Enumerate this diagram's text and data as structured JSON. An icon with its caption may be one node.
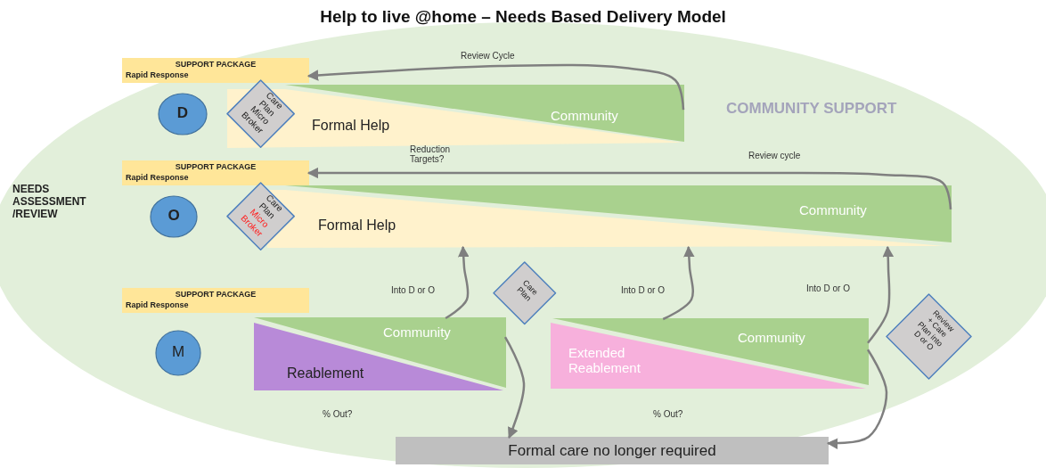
{
  "diagram": {
    "title": "Help to live @home – Needs Based Delivery Model",
    "nodes": [
      {
        "text": [
          "SUPPORT PACKAGE",
          "Rapid Response"
        ]
      },
      {
        "text": [
          "D"
        ]
      },
      {
        "text": [
          "Care Plan Micro Broker"
        ]
      },
      {
        "text": [
          "Formal Help"
        ]
      },
      {
        "text": [
          "Community"
        ]
      },
      {
        "text": [
          "SUPPORT PACKAGE",
          "Rapid Response"
        ]
      },
      {
        "text": [
          "O"
        ]
      },
      {
        "text": [
          "Care Plan",
          "Micro Broker"
        ]
      },
      {
        "text": [
          "Formal Help"
        ]
      },
      {
        "text": [
          "Community"
        ]
      },
      {
        "text": [
          "SUPPORT PACKAGE",
          "Rapid Response"
        ]
      },
      {
        "text": [
          "M"
        ]
      },
      {
        "text": [
          "Community"
        ]
      },
      {
        "text": [
          "Reablement"
        ]
      },
      {
        "text": [
          "Care Plan"
        ]
      },
      {
        "text": [
          "Community"
        ]
      },
      {
        "text": [
          "Extended Reablement"
        ]
      },
      {
        "text": [
          "Review + Care Plan into D or O"
        ]
      },
      {
        "text": [
          "Formal care no longer required"
        ]
      }
    ],
    "edges": [
      {
        "from": 4,
        "to": 0,
        "arrow": "to",
        "label": "Review Cycle"
      },
      {
        "from": 9,
        "to": 5,
        "arrow": "to",
        "label": "Review cycle"
      },
      {
        "from": 12,
        "to": 8,
        "arrow": "to",
        "label": "Into D or O"
      },
      {
        "from": 15,
        "to": 8,
        "arrow": "to",
        "label": "Into D or O"
      },
      {
        "from": 15,
        "to": 8,
        "arrow": "to",
        "label": "Into D or O"
      },
      {
        "from": 12,
        "to": 18,
        "arrow": "to"
      },
      {
        "from": 15,
        "to": 18,
        "arrow": "to"
      }
    ],
    "labels": [
      "COMMUNITY SUPPORT",
      "NEEDS ASSESSMENT /REVIEW",
      "Reduction Targets?",
      "% Out?",
      "% Out?"
    ]
  }
}
